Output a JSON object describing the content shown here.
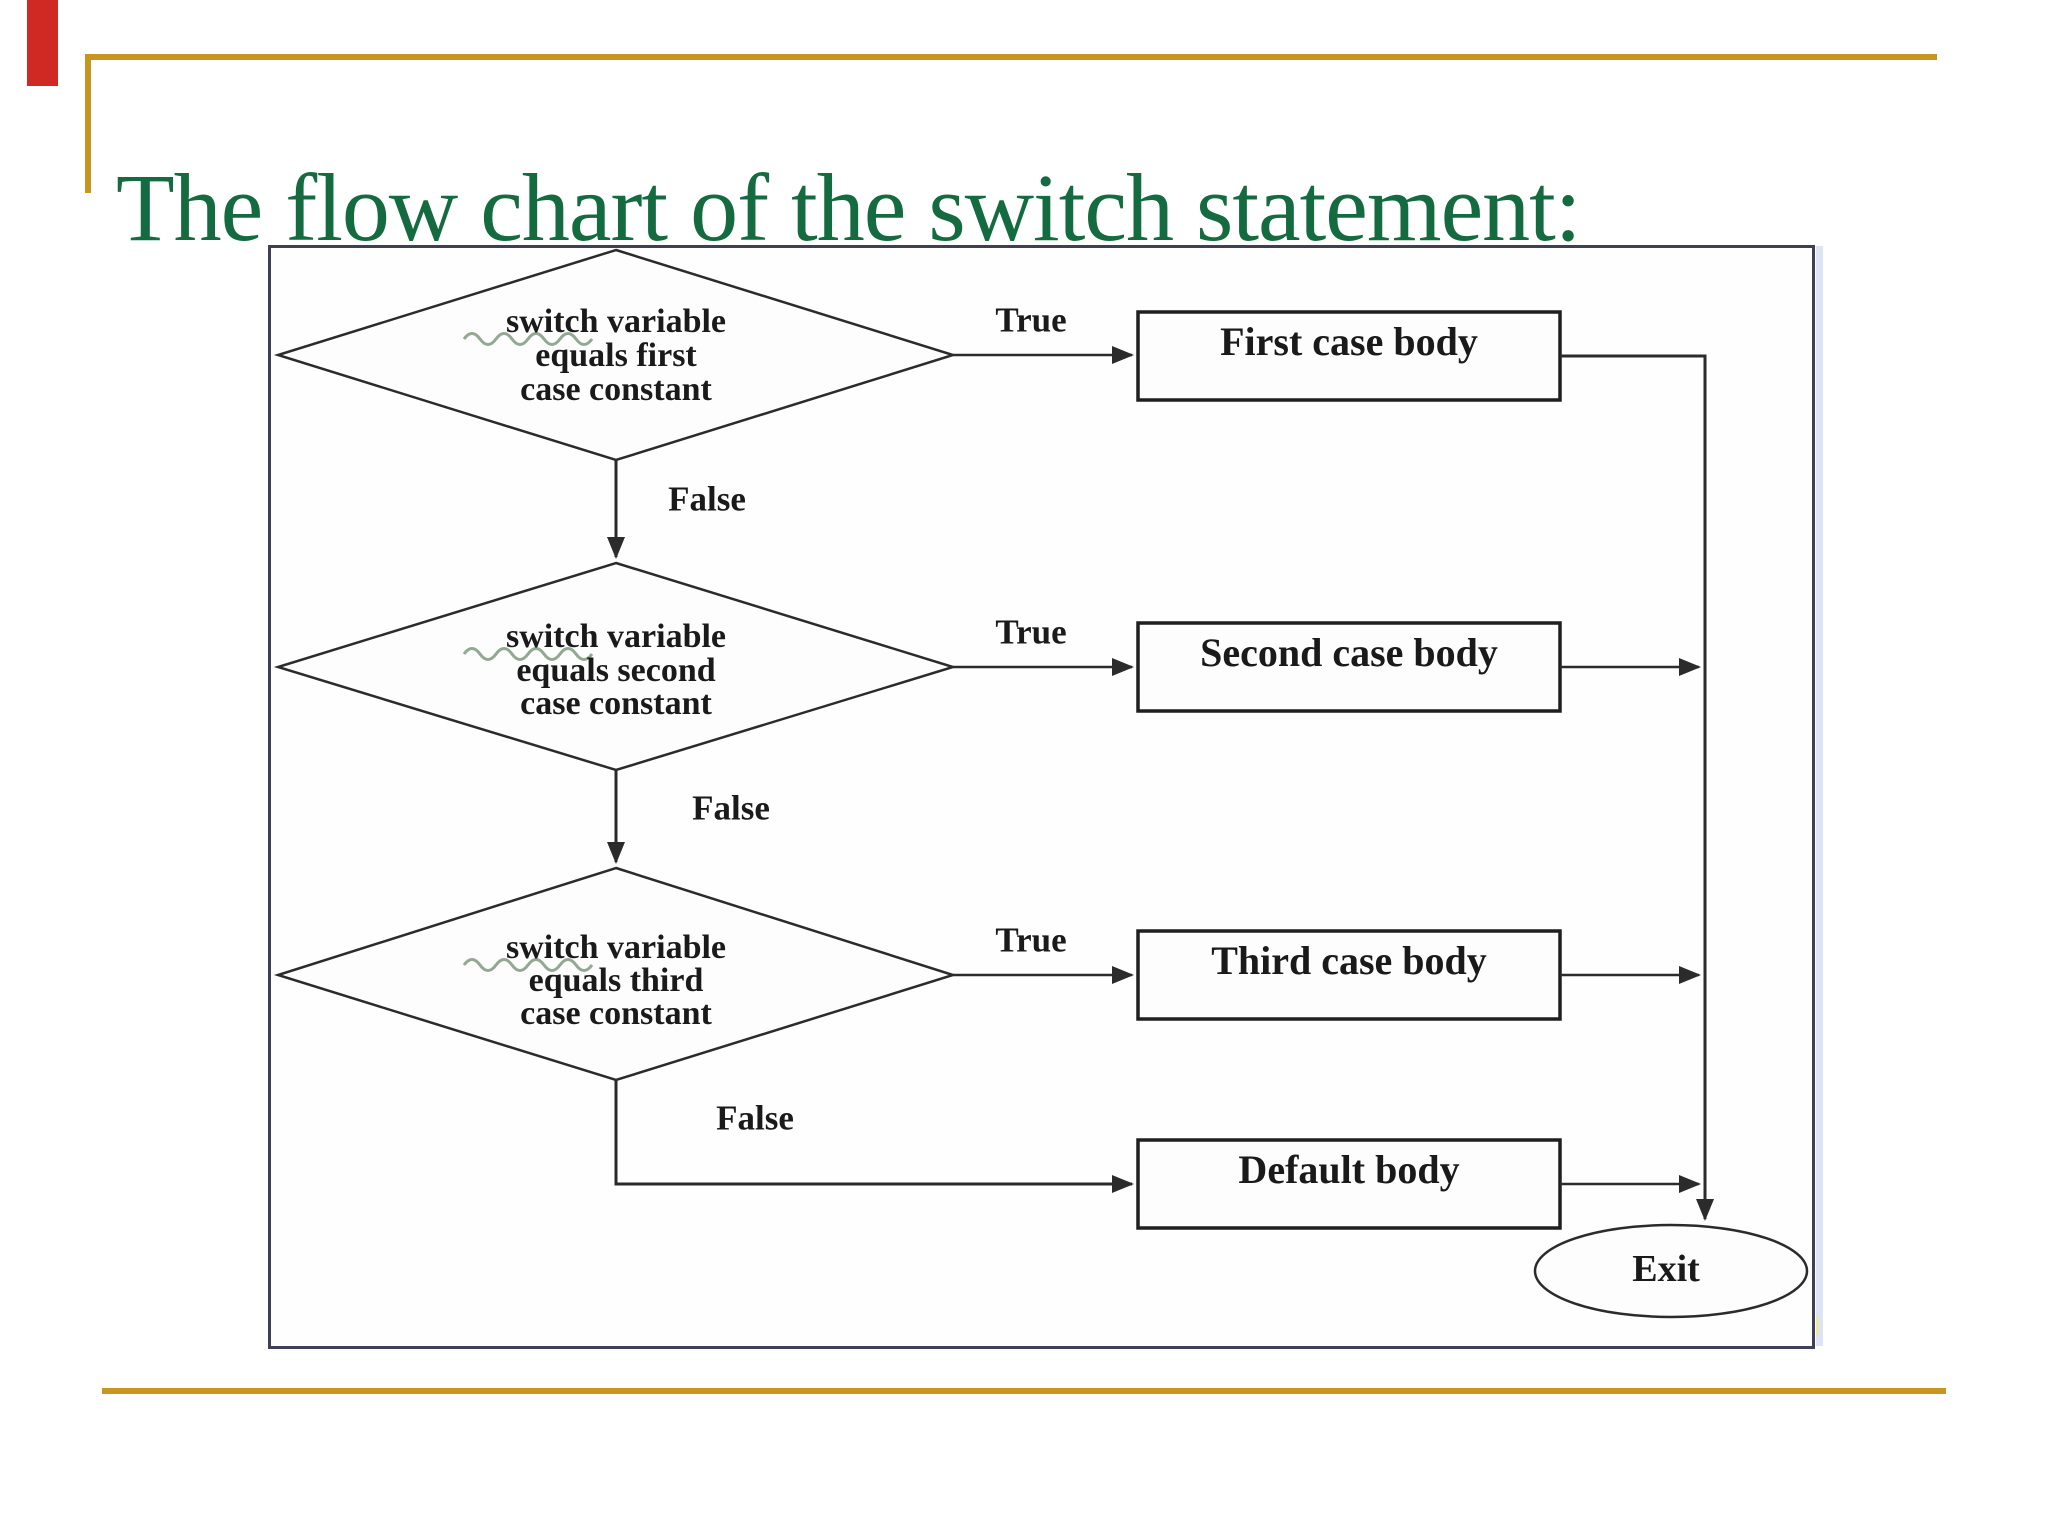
{
  "slide": {
    "title": "The flow chart of the switch statement:"
  },
  "colors": {
    "title_green": "#156b40",
    "accent_gold": "#c8961e",
    "red_mark": "#d02823",
    "line_dark": "#2b2b2b",
    "frame_border": "#3f3f55",
    "squiggle_green": "#93a893"
  },
  "diagram": {
    "decisions": [
      {
        "lines": [
          "switch variable",
          "equals first",
          "case constant"
        ],
        "true_label": "True",
        "false_label": "False"
      },
      {
        "lines": [
          "switch variable",
          "equals second",
          "case constant"
        ],
        "true_label": "True",
        "false_label": "False"
      },
      {
        "lines": [
          "switch variable",
          "equals third",
          "case constant"
        ],
        "true_label": "True",
        "false_label": "False"
      }
    ],
    "boxes": [
      {
        "label": "First case body"
      },
      {
        "label": "Second case body"
      },
      {
        "label": "Third case body"
      },
      {
        "label": "Default body"
      }
    ],
    "terminator": {
      "label": "Exit"
    }
  }
}
